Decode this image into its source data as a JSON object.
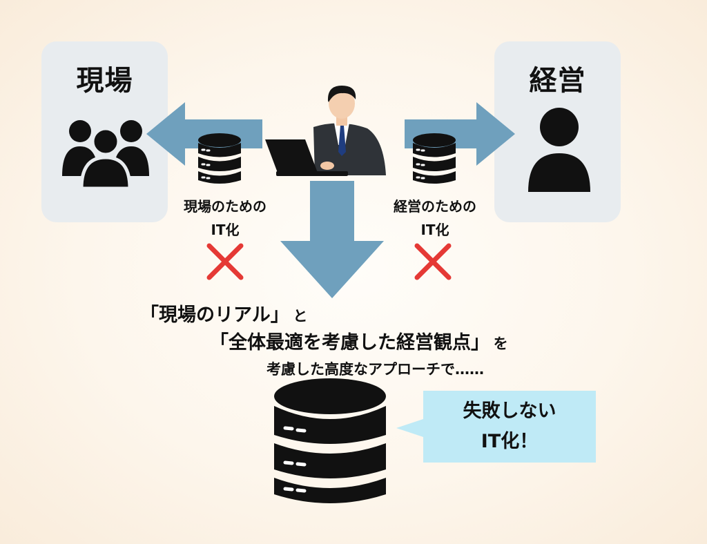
{
  "left_panel": {
    "title": "現場",
    "icon": "group-icon"
  },
  "right_panel": {
    "title": "経営",
    "icon": "person-icon"
  },
  "left_caption": {
    "line1": "現場のための",
    "line2": "IT化"
  },
  "right_caption": {
    "line1": "経営のための",
    "line2": "IT化"
  },
  "main_message": {
    "line1_quote": "「現場のリアル」",
    "line1_particle": "と",
    "line2_quote": "「全体最適を考慮した経営観点」",
    "line2_particle": "を",
    "line3": "考慮した高度なアプローチで……"
  },
  "callout": {
    "line1": "失敗しない",
    "line2": "IT化！"
  },
  "colors": {
    "arrow": "#6fa0bd",
    "panel": "#e8ecef",
    "cross": "#e53935",
    "callout": "#bfeaf6",
    "icon": "#111111"
  },
  "icons": [
    "group-icon",
    "person-icon",
    "businessman-laptop-icon",
    "database-icon",
    "cross-icon"
  ]
}
